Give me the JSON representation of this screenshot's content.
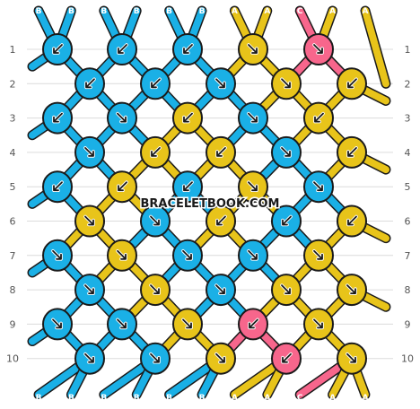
{
  "colors": {
    "A": "#e8c41a",
    "B": "#1ab0e6",
    "C": "#f7668c",
    "outline": "#1a1a1a",
    "grid": "#dcdcdc",
    "row_number": "#555555"
  },
  "watermark": "BRACELETBOOK.COM",
  "strings_top": [
    "B",
    "B",
    "B",
    "B",
    "B",
    "B",
    "A",
    "A",
    "C",
    "A",
    "A"
  ],
  "strings_bottom": [
    "B",
    "B",
    "B",
    "B",
    "B",
    "B",
    "A",
    "A",
    "C",
    "A",
    "A"
  ],
  "row_numbers": [
    "1",
    "2",
    "3",
    "4",
    "5",
    "6",
    "7",
    "8",
    "9",
    "10"
  ],
  "knot_rows": [
    [
      {
        "c": "B",
        "d": "bl"
      },
      {
        "c": "B",
        "d": "bl"
      },
      {
        "c": "B",
        "d": "bl"
      },
      {
        "c": "A",
        "d": "br"
      },
      {
        "c": "C",
        "d": "br"
      }
    ],
    [
      {
        "c": "B",
        "d": "bl"
      },
      {
        "c": "B",
        "d": "bl"
      },
      {
        "c": "B",
        "d": "br"
      },
      {
        "c": "A",
        "d": "br"
      },
      {
        "c": "A",
        "d": "bl"
      }
    ],
    [
      {
        "c": "B",
        "d": "bl"
      },
      {
        "c": "B",
        "d": "br"
      },
      {
        "c": "A",
        "d": "bl"
      },
      {
        "c": "B",
        "d": "br"
      },
      {
        "c": "A",
        "d": "bl"
      }
    ],
    [
      {
        "c": "B",
        "d": "br"
      },
      {
        "c": "A",
        "d": "bl"
      },
      {
        "c": "A",
        "d": "bl"
      },
      {
        "c": "B",
        "d": "br"
      },
      {
        "c": "A",
        "d": "bl"
      }
    ],
    [
      {
        "c": "B",
        "d": "bl"
      },
      {
        "c": "A",
        "d": "bl"
      },
      {
        "c": "B",
        "d": "bl"
      },
      {
        "c": "A",
        "d": "br"
      },
      {
        "c": "B",
        "d": "br"
      }
    ],
    [
      {
        "c": "A",
        "d": "br"
      },
      {
        "c": "B",
        "d": "br"
      },
      {
        "c": "A",
        "d": "bl"
      },
      {
        "c": "B",
        "d": "bl"
      },
      {
        "c": "A",
        "d": "bl"
      }
    ],
    [
      {
        "c": "B",
        "d": "br"
      },
      {
        "c": "A",
        "d": "br"
      },
      {
        "c": "B",
        "d": "br"
      },
      {
        "c": "B",
        "d": "br"
      },
      {
        "c": "A",
        "d": "br"
      }
    ],
    [
      {
        "c": "B",
        "d": "br"
      },
      {
        "c": "A",
        "d": "br"
      },
      {
        "c": "B",
        "d": "br"
      },
      {
        "c": "A",
        "d": "br"
      },
      {
        "c": "A",
        "d": "br"
      }
    ],
    [
      {
        "c": "B",
        "d": "br"
      },
      {
        "c": "B",
        "d": "br"
      },
      {
        "c": "A",
        "d": "br"
      },
      {
        "c": "C",
        "d": "bl"
      },
      {
        "c": "A",
        "d": "br"
      }
    ],
    [
      {
        "c": "B",
        "d": "br"
      },
      {
        "c": "B",
        "d": "br"
      },
      {
        "c": "A",
        "d": "br"
      },
      {
        "c": "C",
        "d": "bl"
      },
      {
        "c": "A",
        "d": "br"
      }
    ]
  ]
}
